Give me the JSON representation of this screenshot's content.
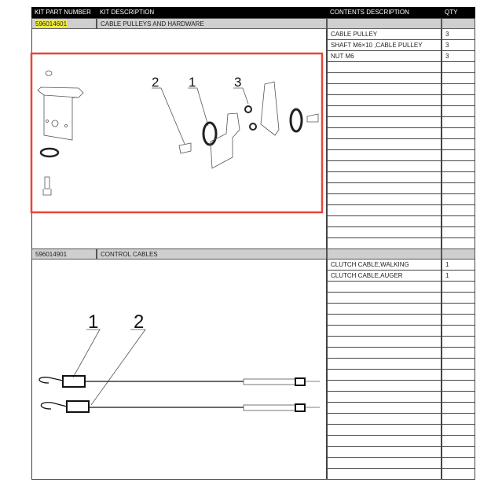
{
  "header": {
    "kit_part_number": "KIT PART NUMBER",
    "kit_description": "KIT DESCRIPTION",
    "contents_description": "CONTENTS DESCRIPTION",
    "qty": "QTY"
  },
  "kits": [
    {
      "part_number": "596014601",
      "description": "CABLE PULLEYS AND HARDWARE",
      "contents": [
        {
          "name": "CABLE PULLEY",
          "qty": "3"
        },
        {
          "name": "SHAFT M6×10 ,CABLE PULLEY",
          "qty": "3"
        },
        {
          "name": "NUT M6",
          "qty": "3"
        }
      ],
      "callouts": [
        "2",
        "1",
        "3"
      ]
    },
    {
      "part_number": "596014901",
      "description": "CONTROL CABLES",
      "contents": [
        {
          "name": "CLUTCH CABLE,WALKING",
          "qty": "1"
        },
        {
          "name": "CLUTCH CABLE,AUGER",
          "qty": "1"
        }
      ],
      "callouts": [
        "1",
        "2"
      ]
    }
  ],
  "highlight_color": "#f2ee3a",
  "box_color": "#e8453c"
}
